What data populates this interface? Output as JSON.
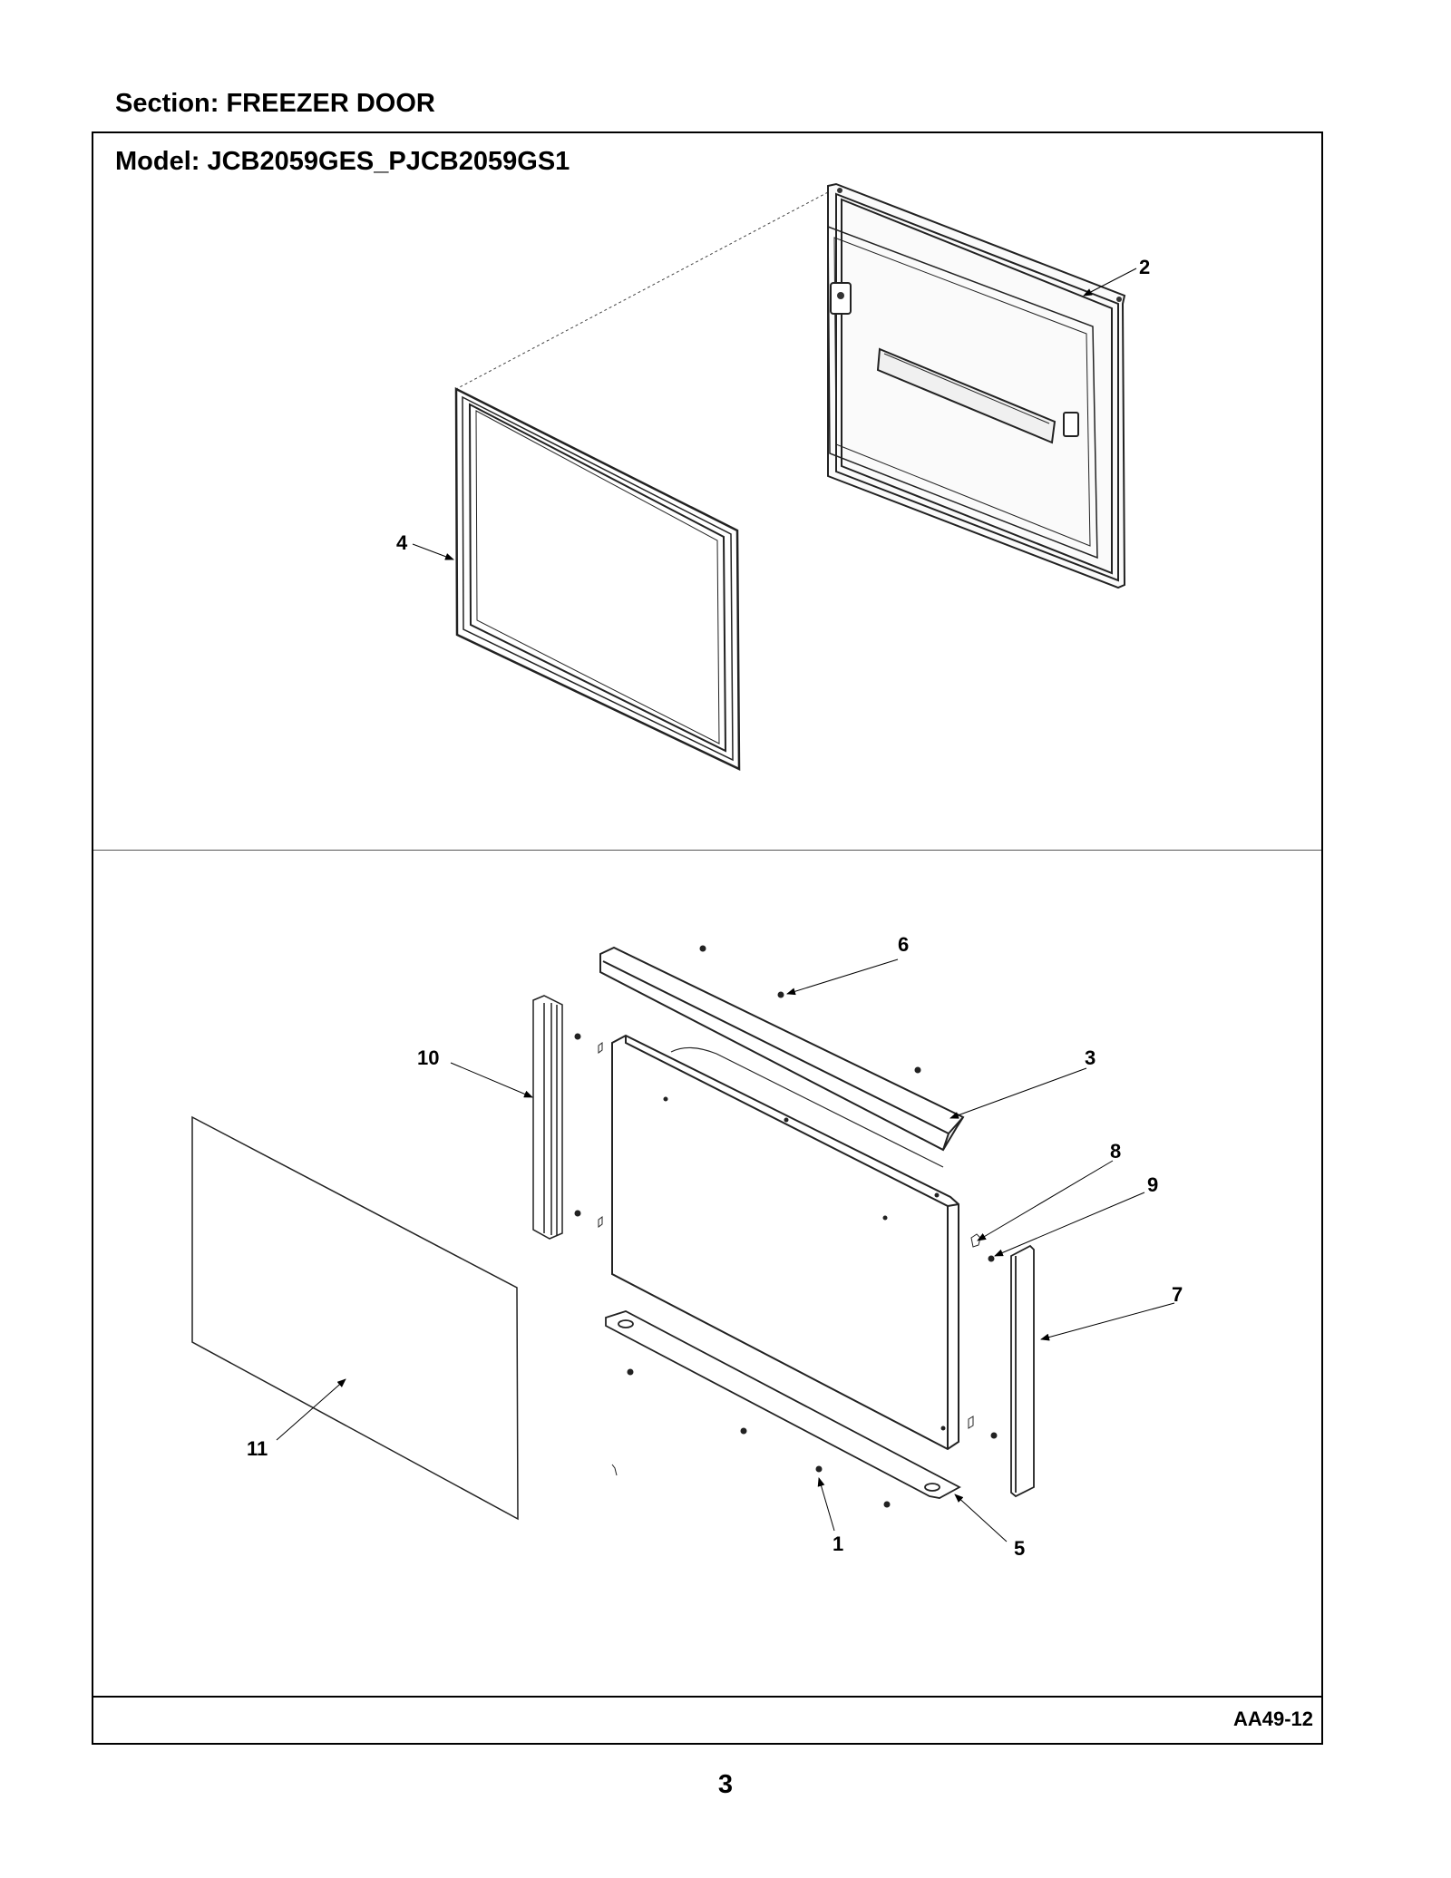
{
  "section_title": "Section:  FREEZER DOOR",
  "model_title": "Model:  JCB2059GES_PJCB2059GS1",
  "diagram_code": "AA49-12",
  "page_number": "3",
  "callouts": {
    "c1": "1",
    "c2": "2",
    "c3": "3",
    "c4": "4",
    "c5": "5",
    "c6": "6",
    "c7": "7",
    "c8": "8",
    "c9": "9",
    "c10": "10",
    "c11": "11"
  }
}
